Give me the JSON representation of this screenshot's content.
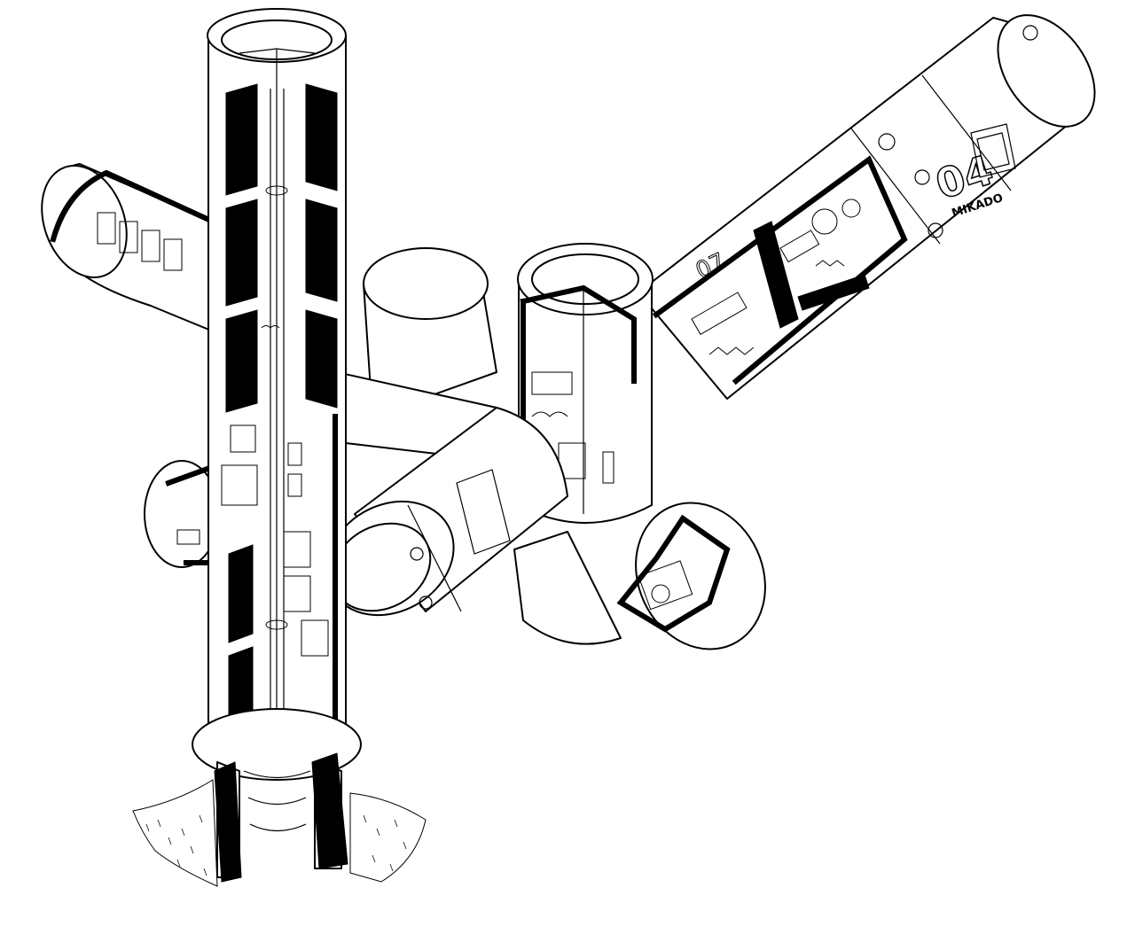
{
  "drawing": {
    "module_numbers": [
      "04",
      "07"
    ],
    "lettering": [
      "MIKADO"
    ],
    "ink_color": "#000000",
    "paper_color": "#ffffff"
  }
}
